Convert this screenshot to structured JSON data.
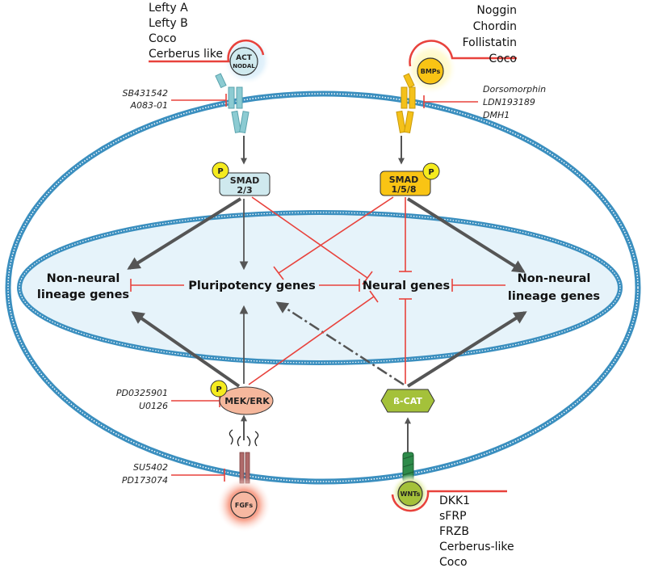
{
  "ligands": {
    "act_nodal": [
      "ACT",
      "NODAL"
    ],
    "bmps": "BMPs",
    "fgfs": "FGFs",
    "wnts": "WNTs"
  },
  "antagonists": {
    "nodal": [
      "Lefty A",
      "Lefty B",
      "Coco",
      "Cerberus like"
    ],
    "bmp": [
      "Noggin",
      "Chordin",
      "Follistatin",
      "Coco"
    ],
    "wnt": [
      "DKK1",
      "sFRP",
      "FRZB",
      "Cerberus-like",
      "Coco"
    ]
  },
  "inhibitors": {
    "act_receptor": [
      "SB431542",
      "A083-01"
    ],
    "bmp_receptor": [
      "Dorsomorphin",
      "LDN193189",
      "DMH1"
    ],
    "mek_erk": [
      "PD0325901",
      "U0126"
    ],
    "fgf_receptor": [
      "SU5402",
      "PD173074"
    ]
  },
  "transducers": {
    "smad23": [
      "SMAD",
      "2/3"
    ],
    "smad158": [
      "SMAD",
      "1/5/8"
    ],
    "mek_erk": "MEK/ERK",
    "bcat": "ß-CAT",
    "phospho": "P"
  },
  "gene_programs": {
    "non_neural_left": [
      "Non-neural",
      "lineage genes"
    ],
    "pluripotency": "Pluripotency genes",
    "neural": "Neural genes",
    "non_neural_right": [
      "Non-neural",
      "lineage genes"
    ]
  },
  "colors": {
    "membrane": "#3b8fbf",
    "nucleus_fill": "#e6f3fa",
    "inhibition": "#e8423c",
    "activation": "#555555",
    "smad23": "#cfe9ee",
    "smad158": "#f9c414",
    "mek_erk": "#f5b79c",
    "bcat": "#a4c13a",
    "phospho": "#f5eb1e",
    "wnt_receptor": "#2e8b4a",
    "fgf_receptor": "#b06a6a",
    "act_receptor": "#8ccbd2",
    "bmp_receptor": "#f4c11a"
  }
}
